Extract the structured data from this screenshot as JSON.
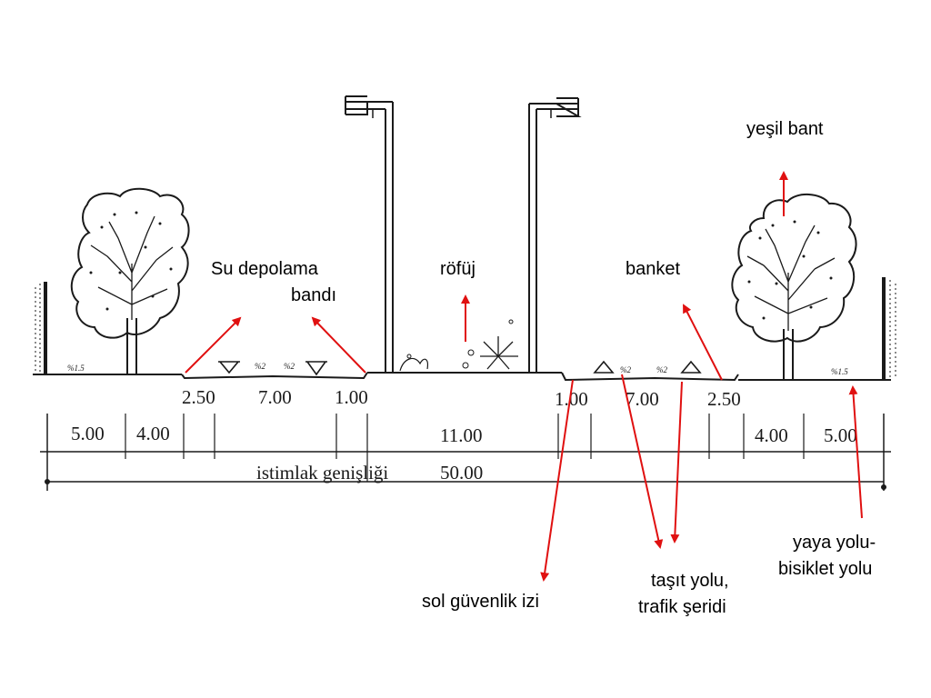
{
  "colors": {
    "annotation_arrow": "#e01010",
    "line_art": "#1a1a1a",
    "background": "#ffffff"
  },
  "labels": {
    "yesil_bant": "yeşil bant",
    "su_depolama_line1": "Su depolama",
    "su_depolama_line2": "bandı",
    "rofuj": "röfüj",
    "banket": "banket",
    "sol_guvenlik": "sol güvenlik izi",
    "tasit_line1": "taşıt yolu,",
    "tasit_line2": "trafik şeridi",
    "yaya_line1": "yaya yolu-",
    "yaya_line2": "bisiklet yolu"
  },
  "dimensions": {
    "upper_left": [
      "2.50",
      "7.00",
      "1.00"
    ],
    "upper_right": [
      "1.00",
      "7.00",
      "2.50"
    ],
    "lower": [
      "5.00",
      "4.00",
      "11.00",
      "4.00",
      "5.00"
    ],
    "total_label": "istimlak genişliği",
    "total_value": "50.00"
  },
  "slope_marks": [
    "%1.5",
    "%2",
    "%2",
    "%2",
    "%2",
    "%1.5"
  ]
}
